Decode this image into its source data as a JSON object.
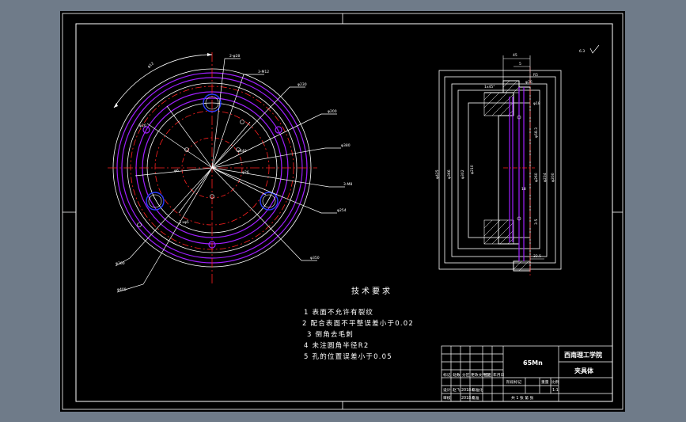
{
  "drawing": {
    "colors": {
      "background": "#6f7b89",
      "sheet": "#000000",
      "outline": "#ffffff",
      "circles": "#a020ff",
      "center_lines": "#ff2020",
      "holes": "#2a3cff",
      "leaders": "#ffffff"
    },
    "front_view": {
      "dims": {
        "d1": "2-φ28",
        "d2": "3-M12",
        "d3": "φ230",
        "d4": "φ200",
        "d5": "φ380",
        "d6": "3-M8",
        "d7": "φ254",
        "d8": "φ350",
        "d9": "φ360",
        "d10": "φ400",
        "d11": "φ12",
        "d12": "φ20",
        "d13": "φ6",
        "d14": "φ26",
        "d15": "3 xφ5",
        "d16": "φ440"
      }
    },
    "section_view": {
      "dims": {
        "top": "45",
        "small1": "5",
        "small2": "R5",
        "chamfer": "1x45°",
        "inner_x": "φ36",
        "right1": "φ18",
        "d_a": "φ425",
        "d_b": "φ366",
        "d_c": "φ302",
        "d_d": "φ210",
        "r_a": "φ58.3",
        "r_b": "φ260",
        "r_c": "φ234",
        "r_d": "φ200",
        "bot": "3-5",
        "small3": "32.5",
        "mid": "18"
      }
    },
    "roughness": "6.3",
    "tech_requirements": {
      "title": "技术要求",
      "items": [
        "1 表面不允许有裂纹",
        "2 配合表面不平整误差小于0.02",
        "3 倒角去毛刺",
        "4 未注圆角半径R2",
        "5 孔的位置误差小于0.05"
      ]
    },
    "title_block": {
      "material": "65Mn",
      "school": "西南理工学院",
      "part_name": "夹具体",
      "row_headers": [
        "标记",
        "处数",
        "分区",
        "更改文件号",
        "签名",
        "年月日"
      ],
      "designer_row": [
        "设计",
        "赵飞",
        "2018.6",
        "标准化"
      ],
      "check_row": [
        "审核",
        "",
        "2018.6",
        "批准"
      ],
      "stage_labels": [
        "阶段标记",
        "重量",
        "比例"
      ],
      "scale": "1:1",
      "sheet_info": "共 1 张  第  张"
    }
  }
}
